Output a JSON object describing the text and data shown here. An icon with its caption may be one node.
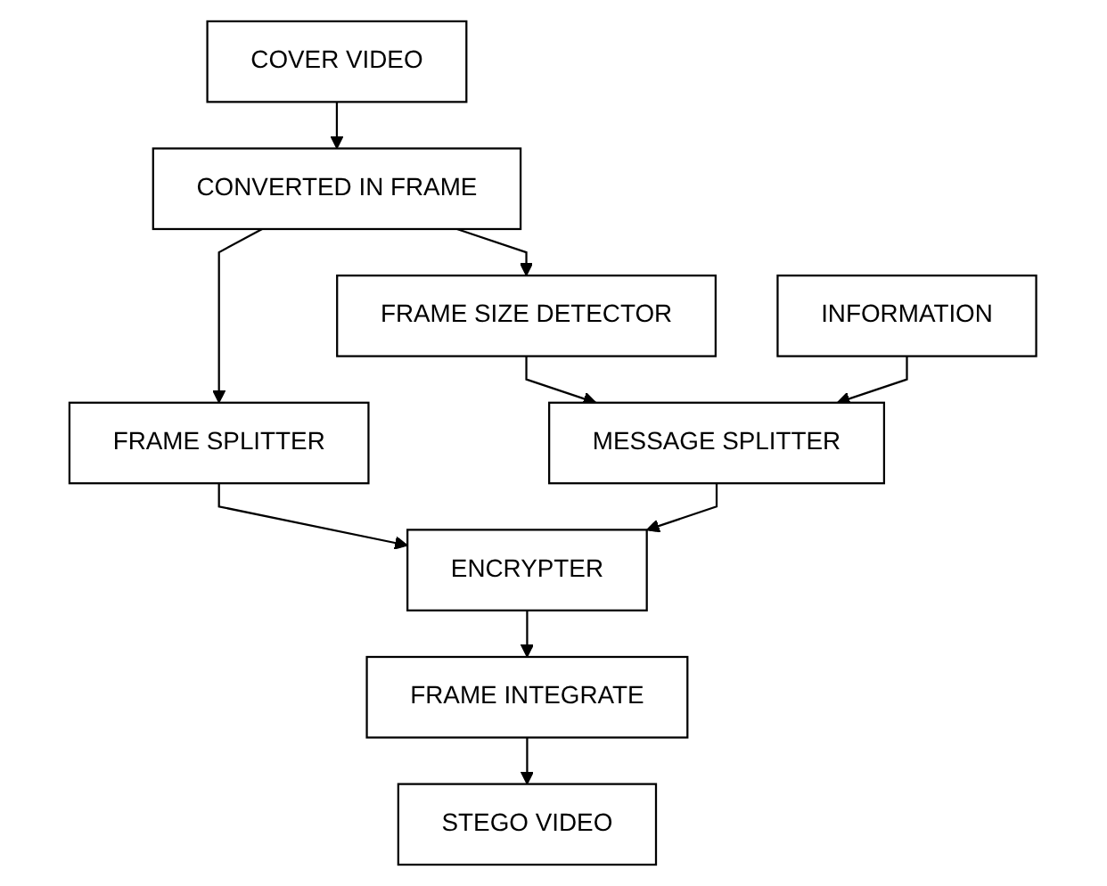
{
  "diagram": {
    "nodes": [
      {
        "text": [
          "COVER VIDEO"
        ]
      },
      {
        "text": [
          "CONVERTED IN FRAME"
        ]
      },
      {
        "text": [
          "FRAME SIZE DETECTOR"
        ]
      },
      {
        "text": [
          "INFORMATION"
        ]
      },
      {
        "text": [
          "MESSAGE SPLITTER"
        ]
      },
      {
        "text": [
          "FRAME SPLITTER"
        ]
      },
      {
        "text": [
          "ENCRYPTER"
        ]
      },
      {
        "text": [
          "FRAME INTEGRATE"
        ]
      },
      {
        "text": [
          "STEGO VIDEO"
        ]
      }
    ],
    "edges": [
      {
        "from": 0,
        "to": 1,
        "arrow": "to"
      },
      {
        "from": 1,
        "to": 2,
        "arrow": "to"
      },
      {
        "from": 2,
        "to": 4,
        "arrow": "to"
      },
      {
        "from": 3,
        "to": 4,
        "arrow": "to"
      },
      {
        "from": 1,
        "to": 5,
        "arrow": "to"
      },
      {
        "from": 5,
        "to": 6,
        "arrow": "to"
      },
      {
        "from": 4,
        "to": 6,
        "arrow": "to"
      },
      {
        "from": 6,
        "to": 7,
        "arrow": "to"
      },
      {
        "from": 7,
        "to": 8,
        "arrow": "to"
      }
    ]
  }
}
